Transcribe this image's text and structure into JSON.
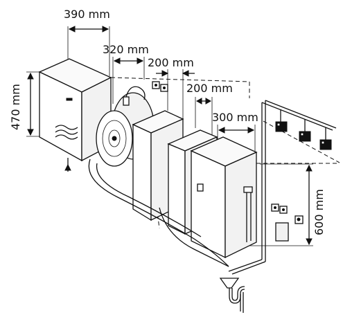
{
  "dimensions": {
    "width_390": "390 mm",
    "width_320": "320 mm",
    "width_200_a": "200 mm",
    "width_200_b": "200 mm",
    "width_300": "300 mm",
    "height_470": "470 mm",
    "height_600": "600 mm"
  },
  "colors": {
    "line": "#111111",
    "background": "#ffffff"
  }
}
